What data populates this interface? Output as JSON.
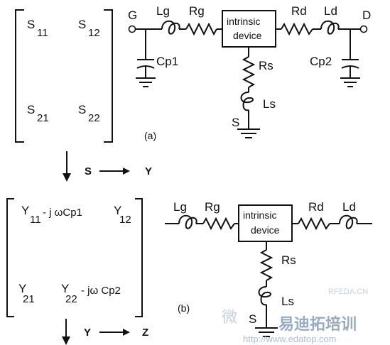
{
  "matrix_a": {
    "s11": {
      "base": "S",
      "sub": "11"
    },
    "s12": {
      "base": "S",
      "sub": "12"
    },
    "s21": {
      "base": "S",
      "sub": "21"
    },
    "s22": {
      "base": "S",
      "sub": "22"
    }
  },
  "circuit_a": {
    "label": "(a)",
    "gate": "G",
    "drain": "D",
    "source": "S",
    "lg": "Lg",
    "rg": "Rg",
    "rd": "Rd",
    "ld": "Ld",
    "rs": "Rs",
    "ls": "Ls",
    "cp1": "Cp1",
    "cp2": "Cp2",
    "device_line1": "intrinsic",
    "device_line2": "device"
  },
  "transform_1": {
    "from": "S",
    "to": "Y"
  },
  "matrix_b": {
    "y11": {
      "base": "Y",
      "sub": "11",
      "rest": "- j ωCp1"
    },
    "y12": {
      "base": "Y",
      "sub": "12"
    },
    "y21": {
      "base": "Y",
      "sub": "21"
    },
    "y22": {
      "base": "Y",
      "sub": "22",
      "rest": "- jω  Cp2"
    }
  },
  "circuit_b": {
    "label": "(b)",
    "lg": "Lg",
    "rg": "Rg",
    "rd": "Rd",
    "ld": "Ld",
    "rs": "Rs",
    "ls": "Ls",
    "source": "S",
    "device_line1": "intrinsic",
    "device_line2": "device"
  },
  "transform_2": {
    "from": "Y",
    "to": "Z"
  },
  "watermark": {
    "text1": "微",
    "text2": "RFEDA.CN",
    "text3": "易迪拓培训",
    "text4": "http://www.edatop.com"
  }
}
